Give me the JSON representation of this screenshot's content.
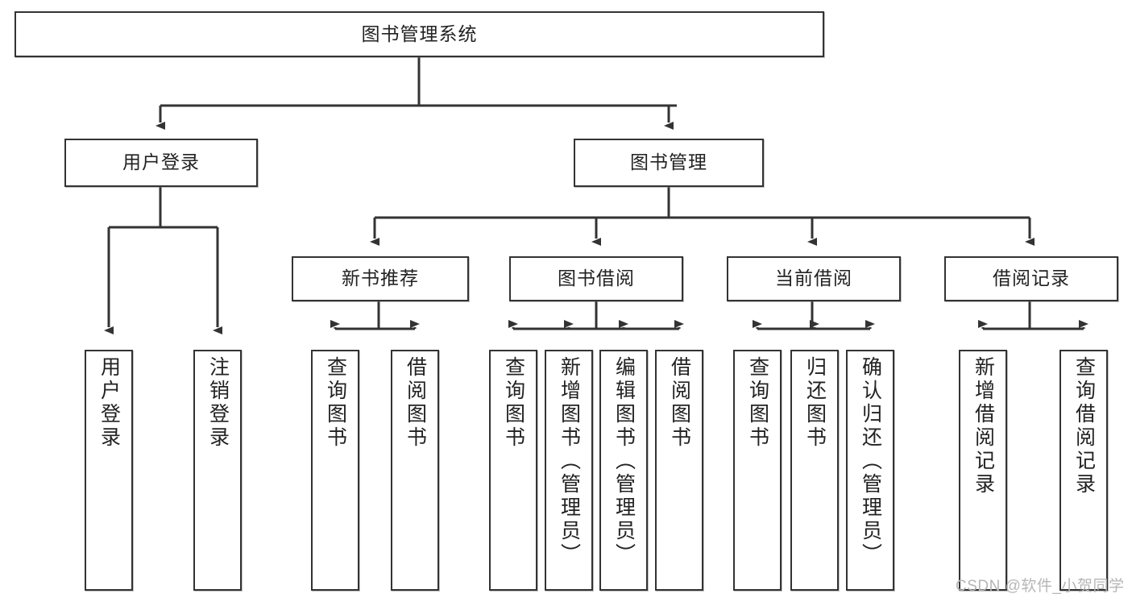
{
  "diagram": {
    "title": "图书管理系统",
    "type": "tree-hierarchy-chart",
    "watermark": "CSDN @软件_小贺同学",
    "colors": {
      "background": "#ffffff",
      "box_border": "#333333",
      "box_fill": "#ffffff",
      "connector": "#333333",
      "text": "#222222",
      "watermark": "#b6b6b6"
    },
    "root": {
      "label": "图书管理系统"
    },
    "level2": [
      {
        "label": "用户登录"
      },
      {
        "label": "图书管理"
      }
    ],
    "level3": [
      {
        "label": "新书推荐"
      },
      {
        "label": "图书借阅"
      },
      {
        "label": "当前借阅"
      },
      {
        "label": "借阅记录"
      }
    ],
    "leaves": {
      "user_login": [
        {
          "label": "用户登录"
        },
        {
          "label": "注销登录"
        }
      ],
      "new_book_recommend": [
        {
          "label": "查询图书"
        },
        {
          "label": "借阅图书"
        }
      ],
      "book_borrow": [
        {
          "label": "查询图书"
        },
        {
          "label": "新增图书（管理员）"
        },
        {
          "label": "编辑图书（管理员）"
        },
        {
          "label": "借阅图书"
        }
      ],
      "current_borrow": [
        {
          "label": "查询图书"
        },
        {
          "label": "归还图书"
        },
        {
          "label": "确认归还（管理员）"
        }
      ],
      "borrow_record": [
        {
          "label": "新增借阅记录"
        },
        {
          "label": "查询借阅记录"
        }
      ]
    }
  }
}
